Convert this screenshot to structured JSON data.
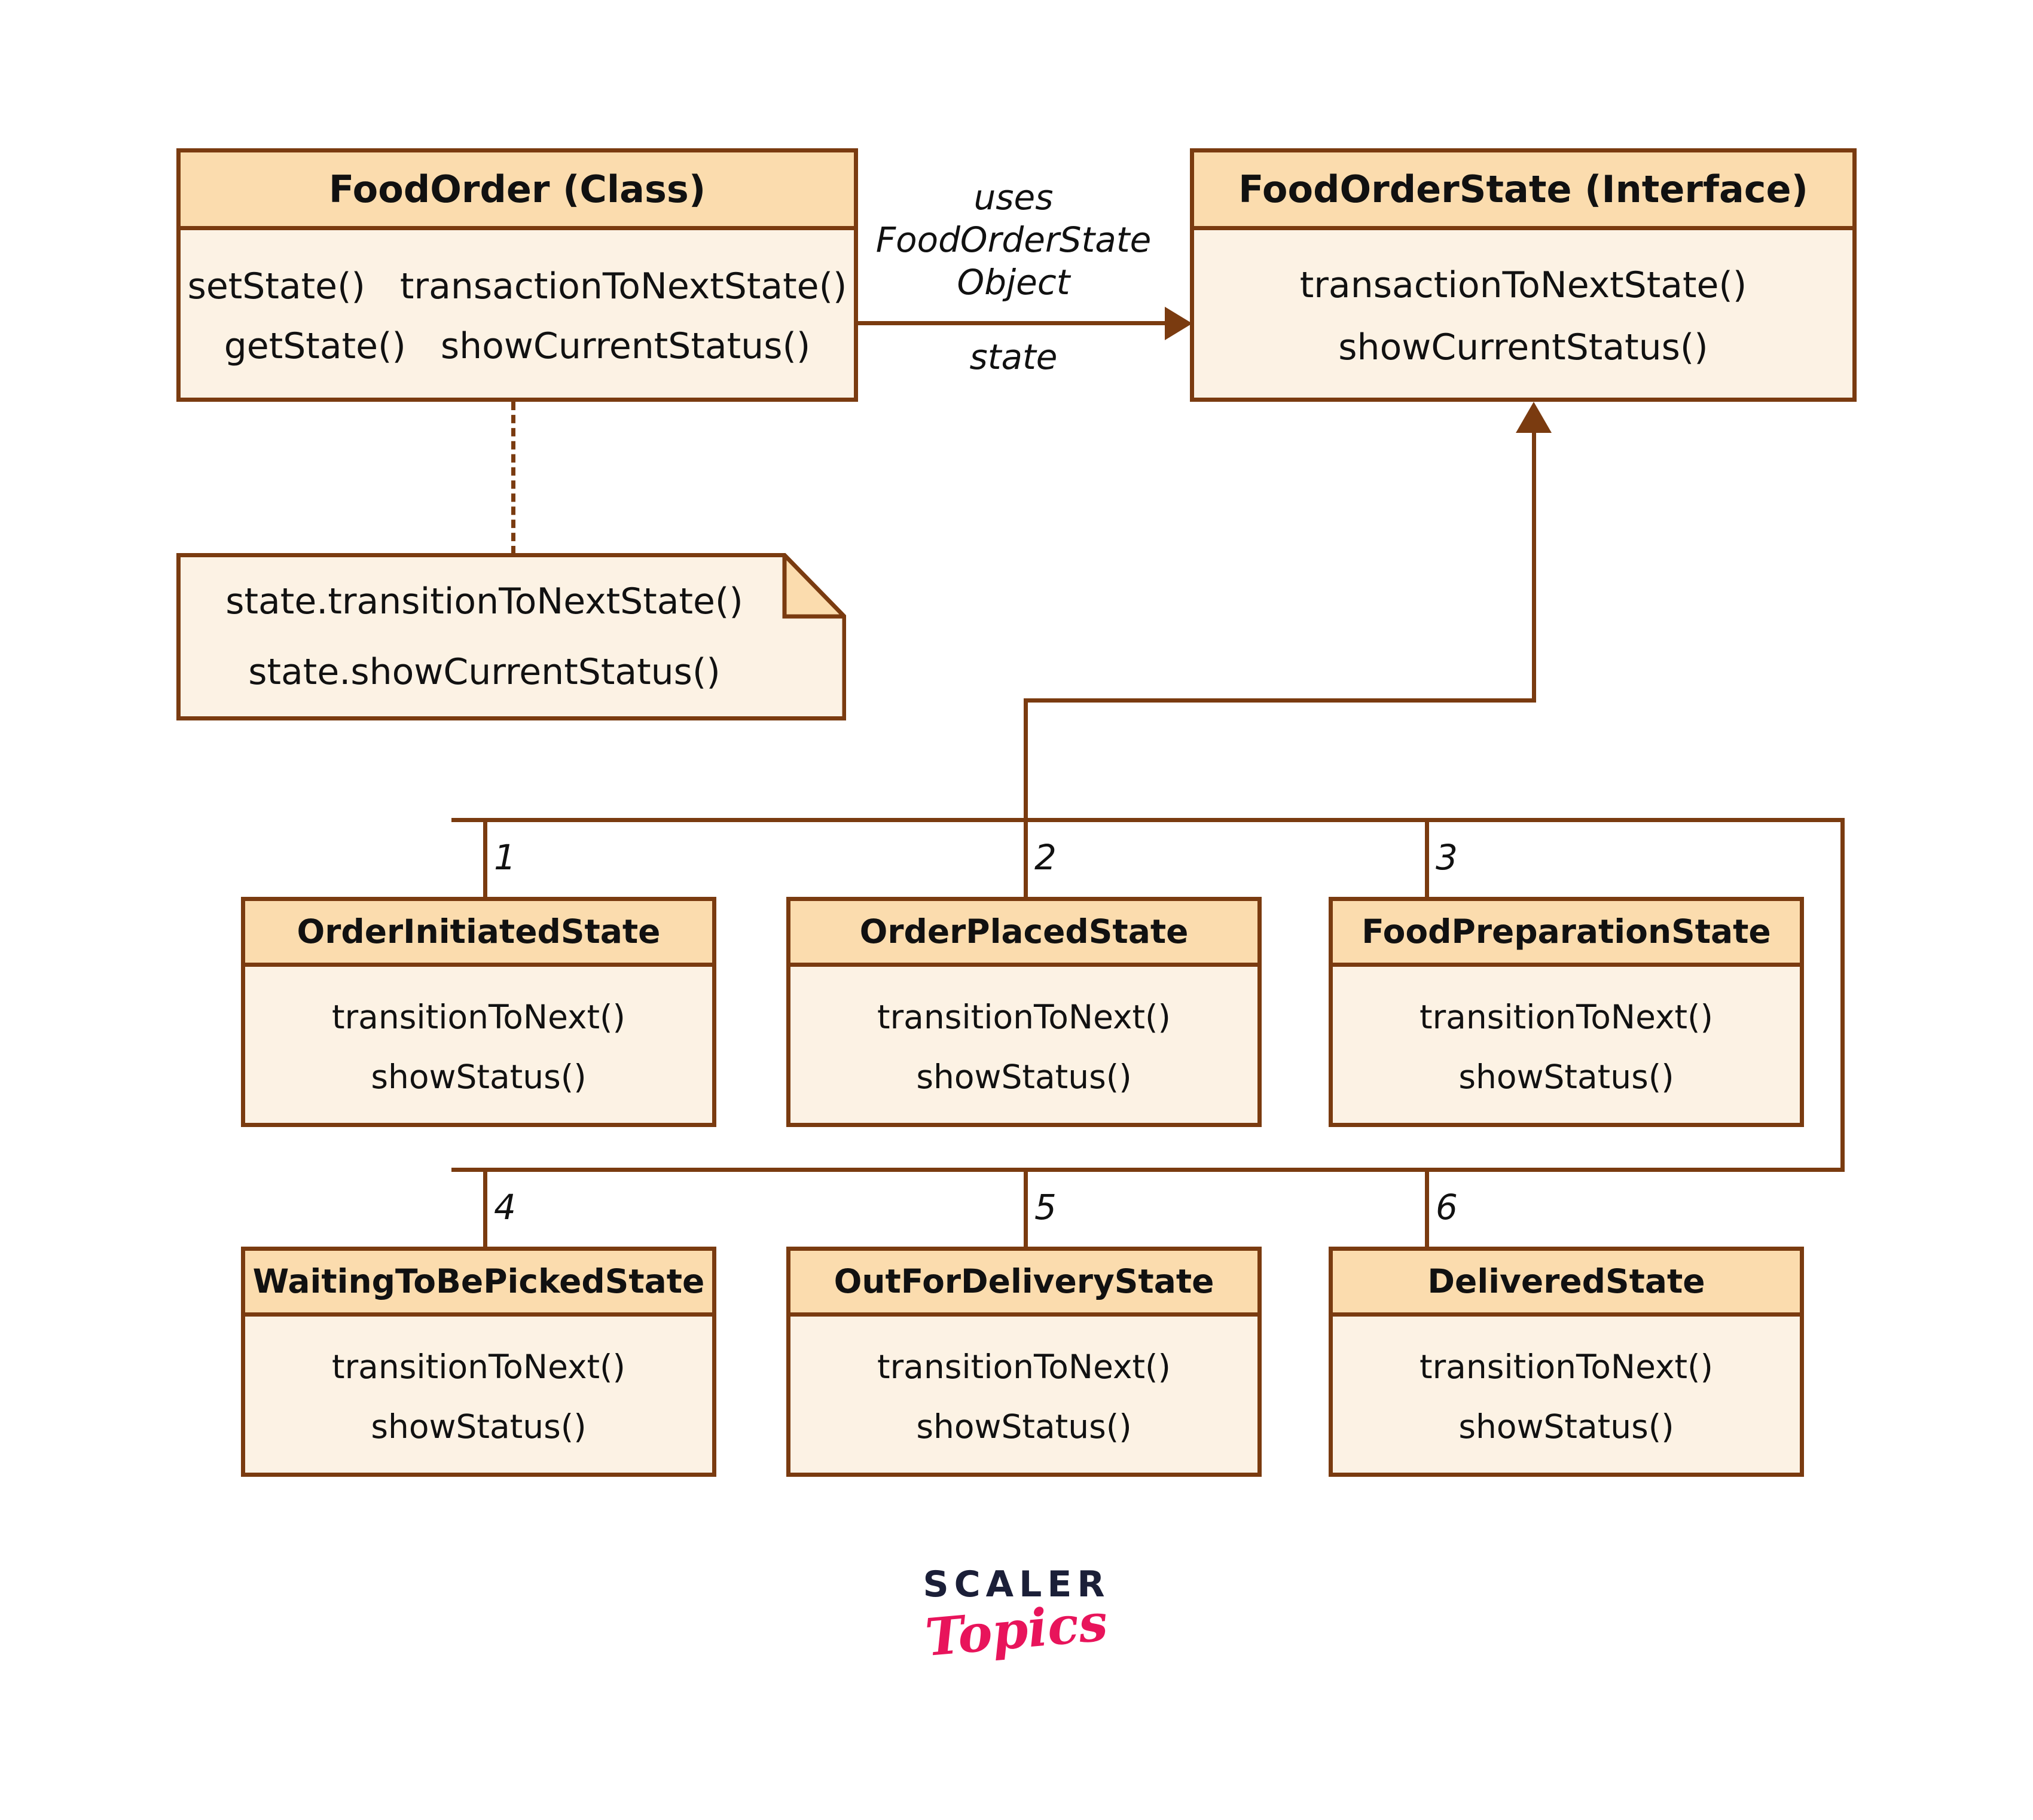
{
  "diagram": {
    "title": "Food Order State Pattern UML Class Diagram",
    "colors": {
      "border": "#7A3B10",
      "header_fill": "#FBDCAE",
      "body_fill": "#FCF2E4",
      "text": "#111111",
      "logo_dark": "#1B1F38",
      "logo_pink": "#E8145B"
    }
  },
  "context_class": {
    "title": "FoodOrder (Class)",
    "methods": [
      [
        "setState()",
        "transactionToNextState()"
      ],
      [
        "getState()",
        "showCurrentStatus()"
      ]
    ]
  },
  "state_interface": {
    "title": "FoodOrderState (Interface)",
    "methods": [
      "transactionToNextState()",
      "showCurrentStatus()"
    ]
  },
  "association": {
    "label_above": [
      "uses",
      "FoodOrderState",
      "Object"
    ],
    "label_below": "state"
  },
  "note": {
    "lines": [
      "state.transitionToNextState()",
      "state.showCurrentStatus()"
    ]
  },
  "concrete_states": [
    {
      "index": "1",
      "title": "OrderInitiatedState",
      "methods": [
        "transitionToNext()",
        "showStatus()"
      ]
    },
    {
      "index": "2",
      "title": "OrderPlacedState",
      "methods": [
        "transitionToNext()",
        "showStatus()"
      ]
    },
    {
      "index": "3",
      "title": "FoodPreparationState",
      "methods": [
        "transitionToNext()",
        "showStatus()"
      ]
    },
    {
      "index": "4",
      "title": "WaitingToBePickedState",
      "methods": [
        "transitionToNext()",
        "showStatus()"
      ]
    },
    {
      "index": "5",
      "title": "OutForDeliveryState",
      "methods": [
        "transitionToNext()",
        "showStatus()"
      ]
    },
    {
      "index": "6",
      "title": "DeliveredState",
      "methods": [
        "transitionToNext()",
        "showStatus()"
      ]
    }
  ],
  "logo": {
    "primary": "SCALER",
    "secondary": "Topics"
  }
}
